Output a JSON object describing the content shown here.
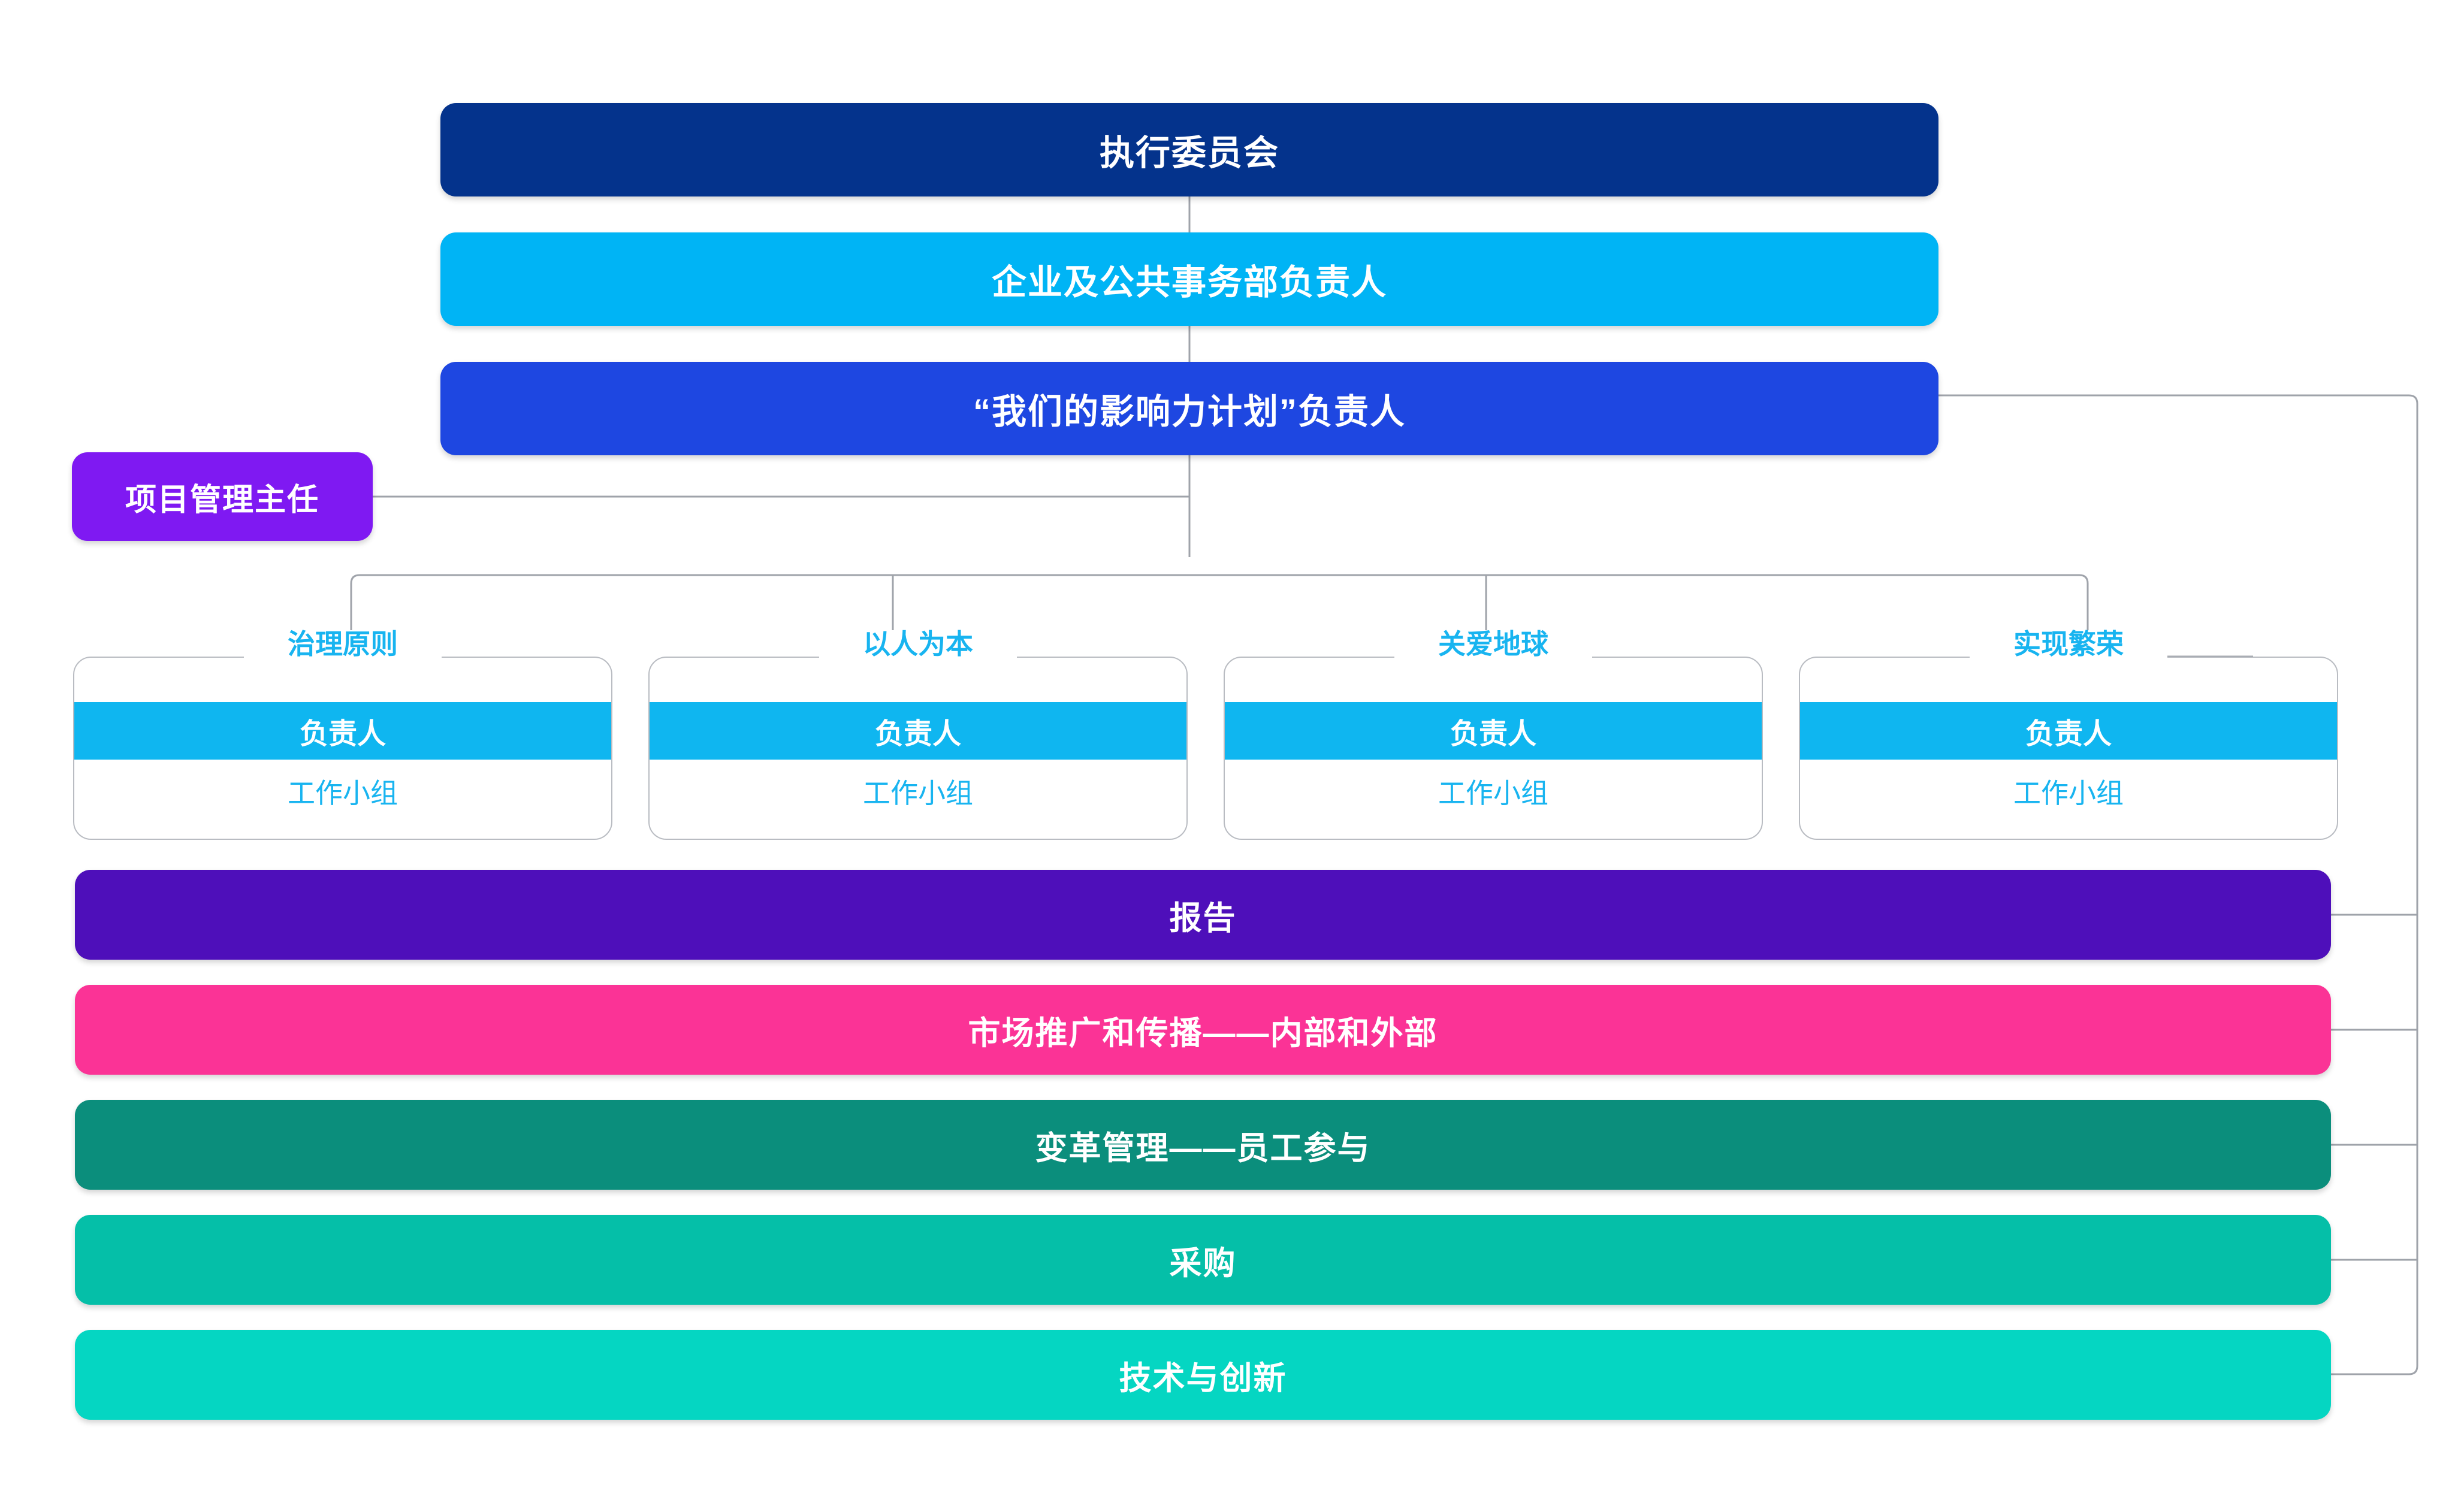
{
  "diagram": {
    "title": "Our Impact Plan governance organisation chart",
    "hierarchy": [
      {
        "id": "exec-committee",
        "label": "执行委员会",
        "color": "#04338C",
        "text_color": "#FFFFFF",
        "level": 1
      },
      {
        "id": "corp-public-affairs-head",
        "label": "企业及公共事务部负责人",
        "color": "#00B4F5",
        "text_color": "#FFFFFF",
        "level": 2
      },
      {
        "id": "impact-plan-head",
        "label": "“我们的影响力计划”负责人",
        "color": "#1E47E1",
        "text_color": "#FFFFFF",
        "level": 3
      }
    ],
    "side_role": {
      "id": "pmo-director",
      "label": "项目管理主任",
      "color": "#7F19F2",
      "text_color": "#FFFFFF"
    },
    "pillars": [
      {
        "id": "pillar-governance",
        "title": "治理原则",
        "owner": "负责人",
        "workgroup": "工作小组",
        "title_color": "#18B4F0",
        "owner_bg": "#0FB6F0"
      },
      {
        "id": "pillar-people",
        "title": "以人为本",
        "owner": "负责人",
        "workgroup": "工作小组",
        "title_color": "#18B4F0",
        "owner_bg": "#0FB6F0"
      },
      {
        "id": "pillar-planet",
        "title": "关爱地球",
        "owner": "负责人",
        "workgroup": "工作小组",
        "title_color": "#18B4F0",
        "owner_bg": "#0FB6F0"
      },
      {
        "id": "pillar-prosperity",
        "title": "实现繁荣",
        "owner": "负责人",
        "workgroup": "工作小组",
        "title_color": "#18B4F0",
        "owner_bg": "#0FB6F0"
      }
    ],
    "enablers": [
      {
        "id": "enabler-reporting",
        "label": "报告",
        "color": "#4E0FBA",
        "text_color": "#FFFFFF"
      },
      {
        "id": "enabler-marketing",
        "label": "市场推广和传播——内部和外部",
        "color": "#FB3396",
        "text_color": "#FFFFFF"
      },
      {
        "id": "enabler-change",
        "label": "变革管理——员工参与",
        "color": "#0B8E7C",
        "text_color": "#FFFFFF"
      },
      {
        "id": "enabler-procurement",
        "label": "采购",
        "color": "#05BFA8",
        "text_color": "#FFFFFF"
      },
      {
        "id": "enabler-technology",
        "label": "技术与创新",
        "color": "#05D6C2",
        "text_color": "#FFFFFF"
      }
    ],
    "connector_color": "#9FA3AA"
  }
}
